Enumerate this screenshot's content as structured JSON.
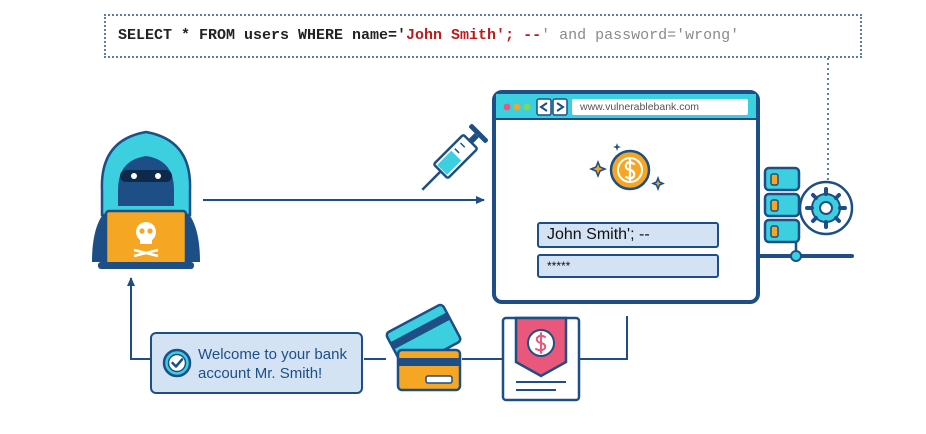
{
  "sql": {
    "prefix": "SELECT * FROM users WHERE name='",
    "injection": "John Smith'; --",
    "comment": "' and password='wrong'"
  },
  "browser": {
    "url": "www.vulnerablebank.com"
  },
  "login": {
    "username_value": "John Smith'; --",
    "password_value": "*****"
  },
  "message": {
    "text": "Welcome to your bank account Mr. Smith!"
  },
  "icons": {
    "hacker": "hacker-icon",
    "syringe": "syringe-icon",
    "coin": "dollar-coin-icon",
    "server": "server-gear-icon",
    "card": "credit-card-icon",
    "document": "invoice-document-icon",
    "check": "check-circle-icon"
  },
  "colors": {
    "navy": "#1d4f86",
    "cyan": "#3bcfe0",
    "orange": "#f5a623",
    "red": "#c0191b",
    "pink": "#e9577a"
  }
}
